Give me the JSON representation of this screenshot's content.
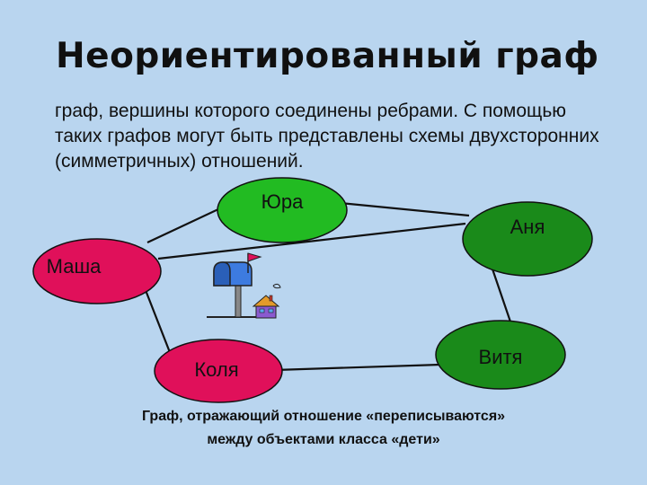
{
  "title": "Неориентированный граф",
  "title_dash": "-",
  "definition": "граф, вершины которого соединены ребрами. С помощью таких графов могут быть представлены схемы двухсторонних (симметричных) отношений.",
  "nodes": {
    "yura": {
      "label": "Юра",
      "color": "#22bb22"
    },
    "anya": {
      "label": "Аня",
      "color": "#1a8a1a"
    },
    "masha": {
      "label": "Маша",
      "color": "#e0105a"
    },
    "kolya": {
      "label": "Коля",
      "color": "#e0105a"
    },
    "vitya": {
      "label": "Витя",
      "color": "#1a8a1a"
    }
  },
  "edges": [
    [
      "masha",
      "yura"
    ],
    [
      "yura",
      "anya"
    ],
    [
      "masha",
      "anya"
    ],
    [
      "anya",
      "vitya"
    ],
    [
      "kolya",
      "vitya"
    ],
    [
      "masha",
      "kolya"
    ]
  ],
  "clipart": "mailbox-and-house",
  "caption_line1": "Граф, отражающий отношение «переписываются»",
  "caption_line2": "между объектами класса «дети»",
  "colors": {
    "background": "#b9d5ef",
    "edge": "#111111"
  }
}
